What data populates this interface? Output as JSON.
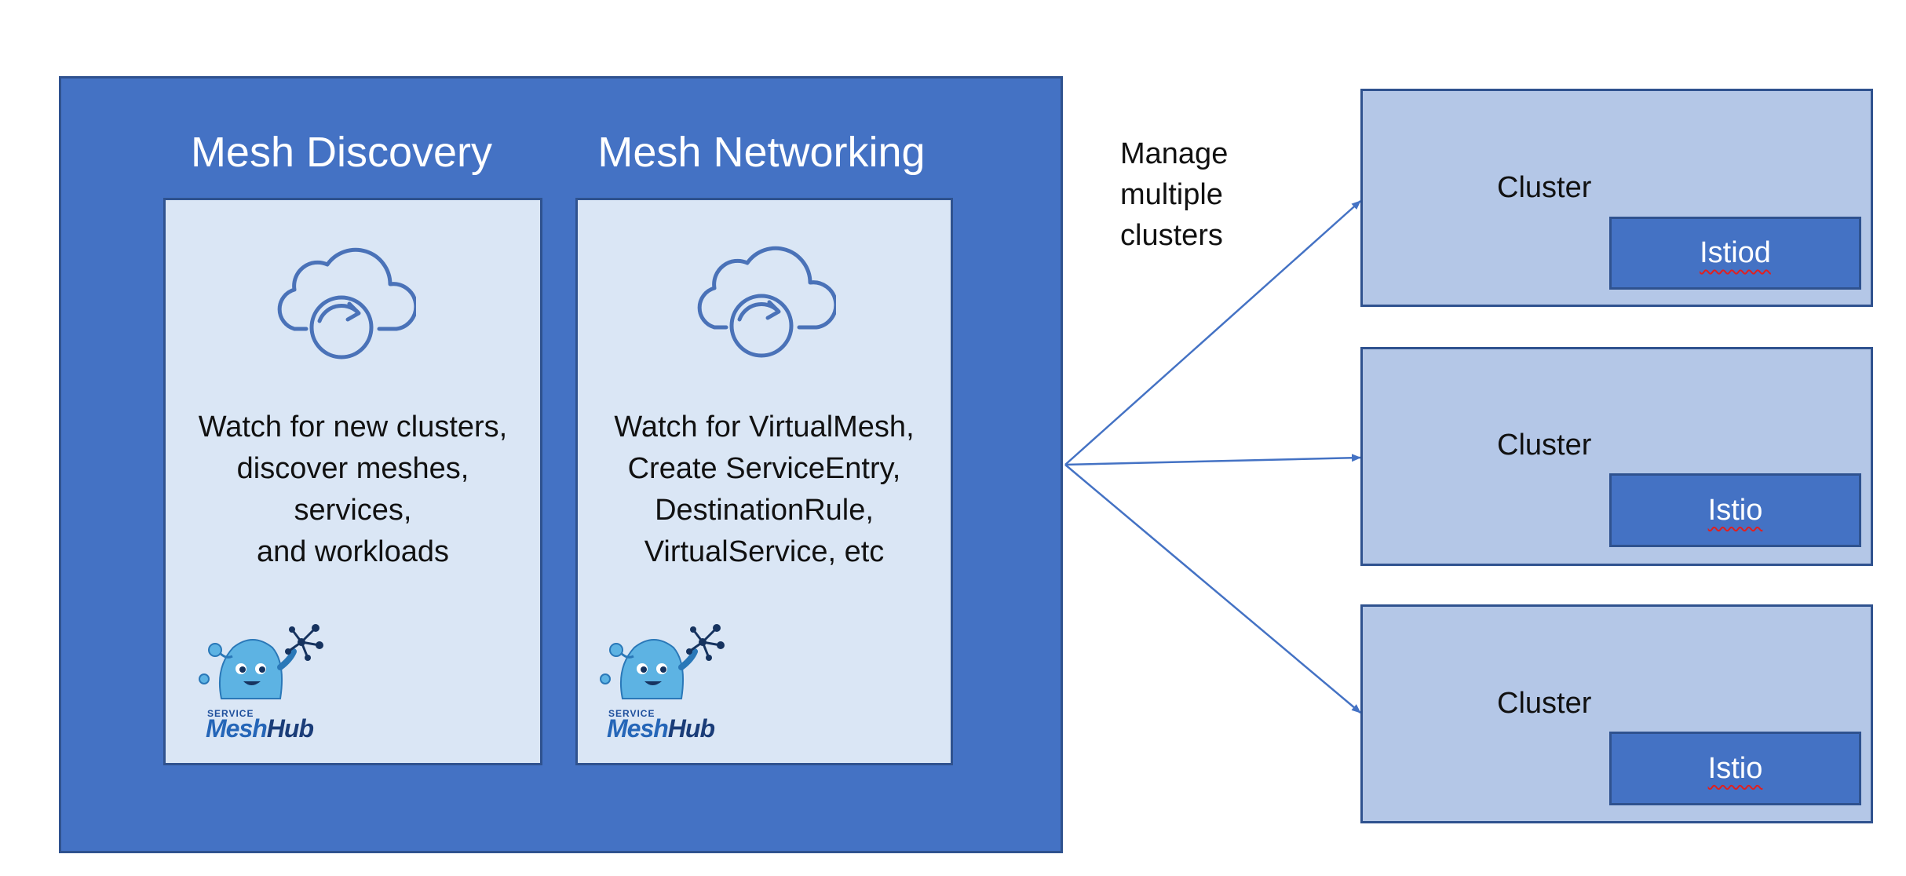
{
  "colors": {
    "panel_blue": "#4472c4",
    "panel_border": "#2f528f",
    "card_fill": "#dae6f5",
    "cluster_fill": "#b4c7e7",
    "arrow": "#4472c4"
  },
  "controllers": [
    {
      "title": "Mesh Discovery",
      "icon": "cloud-sync-icon",
      "lines": [
        "Watch for new clusters,",
        "discover meshes,",
        "services,",
        "and workloads"
      ],
      "logo": {
        "small": "SERVICE",
        "big_a": "Mesh",
        "big_b": "Hub"
      }
    },
    {
      "title": "Mesh Networking",
      "icon": "cloud-sync-icon",
      "lines": [
        "Watch for VirtualMesh,",
        "Create ServiceEntry,",
        "DestinationRule,",
        "VirtualService, etc"
      ],
      "logo": {
        "small": "SERVICE",
        "big_a": "Mesh",
        "big_b": "Hub"
      }
    }
  ],
  "manage_label": [
    "Manage",
    "multiple",
    "clusters"
  ],
  "clusters": [
    {
      "label": "Cluster",
      "control_plane": "Istiod"
    },
    {
      "label": "Cluster",
      "control_plane": "Istio"
    },
    {
      "label": "Cluster",
      "control_plane": "Istio"
    }
  ]
}
